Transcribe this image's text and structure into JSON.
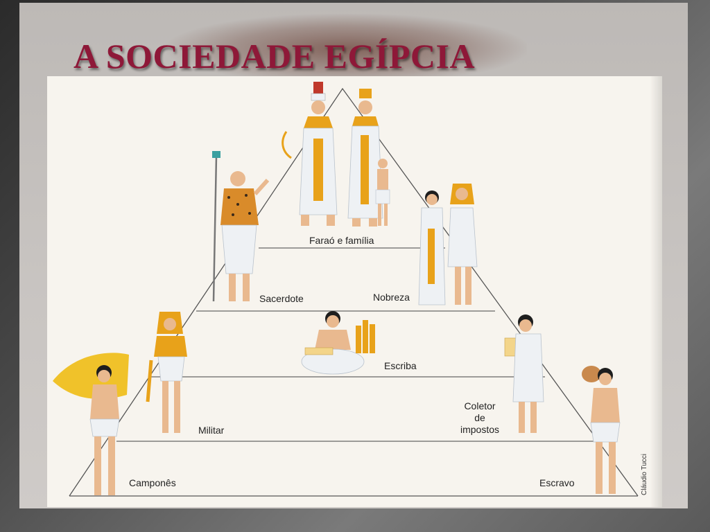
{
  "slide": {
    "title": "A SOCIEDADE EGÍPCIA"
  },
  "pyramid": {
    "tiers": [
      {
        "level": 1,
        "labels": [
          "Faraó e família"
        ]
      },
      {
        "level": 2,
        "labels": [
          "Sacerdote",
          "Nobreza"
        ]
      },
      {
        "level": 3,
        "labels": [
          "Escriba"
        ]
      },
      {
        "level": 4,
        "labels": [
          "Militar",
          "Coletor de impostos"
        ]
      },
      {
        "level": 5,
        "labels": [
          "Camponês",
          "Escravo"
        ]
      }
    ],
    "labels": {
      "farao": "Faraó e família",
      "sacerdote": "Sacerdote",
      "nobreza": "Nobreza",
      "escriba": "Escriba",
      "militar": "Militar",
      "coletor_line1": "Coletor",
      "coletor_line2": "de",
      "coletor_line3": "impostos",
      "campones": "Camponês",
      "escravo": "Escravo"
    },
    "credit": "Cláudio Tucci"
  },
  "colors": {
    "title": "#8e1838",
    "gold": "#e8a21a",
    "linen": "#eef1f4",
    "skin": "#e9b98f",
    "line": "#555555"
  }
}
